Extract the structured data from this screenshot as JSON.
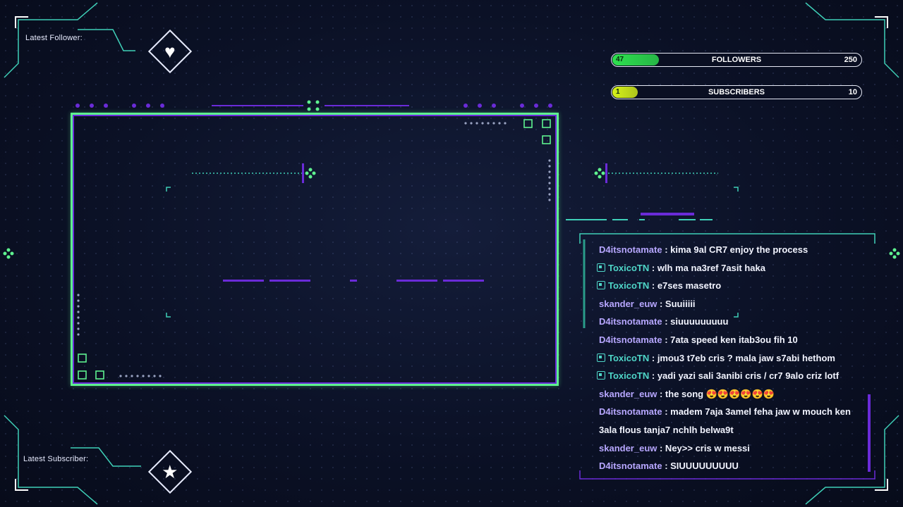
{
  "overlay": {
    "latest_follower_label": "Latest Follower:",
    "latest_subscriber_label": "Latest Subscriber:",
    "follower_icon": "heart-icon",
    "subscriber_icon": "star-icon"
  },
  "goals": {
    "followers": {
      "current": "47",
      "label": "FOLLOWERS",
      "target": "250",
      "progress": 0.188,
      "color": "#2ee04f"
    },
    "subscribers": {
      "current": "1",
      "label": "SUBSCRIBERS",
      "target": "10",
      "progress": 0.1,
      "color": "#d6f21a"
    }
  },
  "chat": [
    {
      "user": "D4itsnotamate",
      "mod": false,
      "text": ": kima 9al CR7 enjoy the process"
    },
    {
      "user": "ToxicoTN",
      "mod": true,
      "text": ": wlh ma na3ref 7asit haka"
    },
    {
      "user": "ToxicoTN",
      "mod": true,
      "text": ": e7ses masetro"
    },
    {
      "user": "skander_euw",
      "mod": false,
      "text": ": Suuiiiii"
    },
    {
      "user": "D4itsnotamate",
      "mod": false,
      "text": ": siuuuuuuuuu"
    },
    {
      "user": "D4itsnotamate",
      "mod": false,
      "text": ": 7ata speed ken itab3ou fih 10"
    },
    {
      "user": "ToxicoTN",
      "mod": true,
      "text": ": jmou3 t7eb cris ? mala jaw s7abi hethom"
    },
    {
      "user": "ToxicoTN",
      "mod": true,
      "text": ": yadi yazi sali 3anibi cris / cr7 9alo criz lotf"
    },
    {
      "user": "skander_euw",
      "mod": false,
      "text": ": the song 😍😍😍😍😍😍"
    },
    {
      "user": "D4itsnotamate",
      "mod": false,
      "text": ": madem 7aja 3amel feha jaw w mouch ken 3ala flous tanja7 nchlh belwa9t"
    },
    {
      "user": "skander_euw",
      "mod": false,
      "text": ": Ney>> cris w messi"
    },
    {
      "user": "D4itsnotamate",
      "mod": false,
      "text": ": SIUUUUUUUUU"
    }
  ],
  "colors": {
    "accent_green": "#5ef28f",
    "accent_purple": "#6a2bd8",
    "accent_teal": "#4fd6c8"
  }
}
